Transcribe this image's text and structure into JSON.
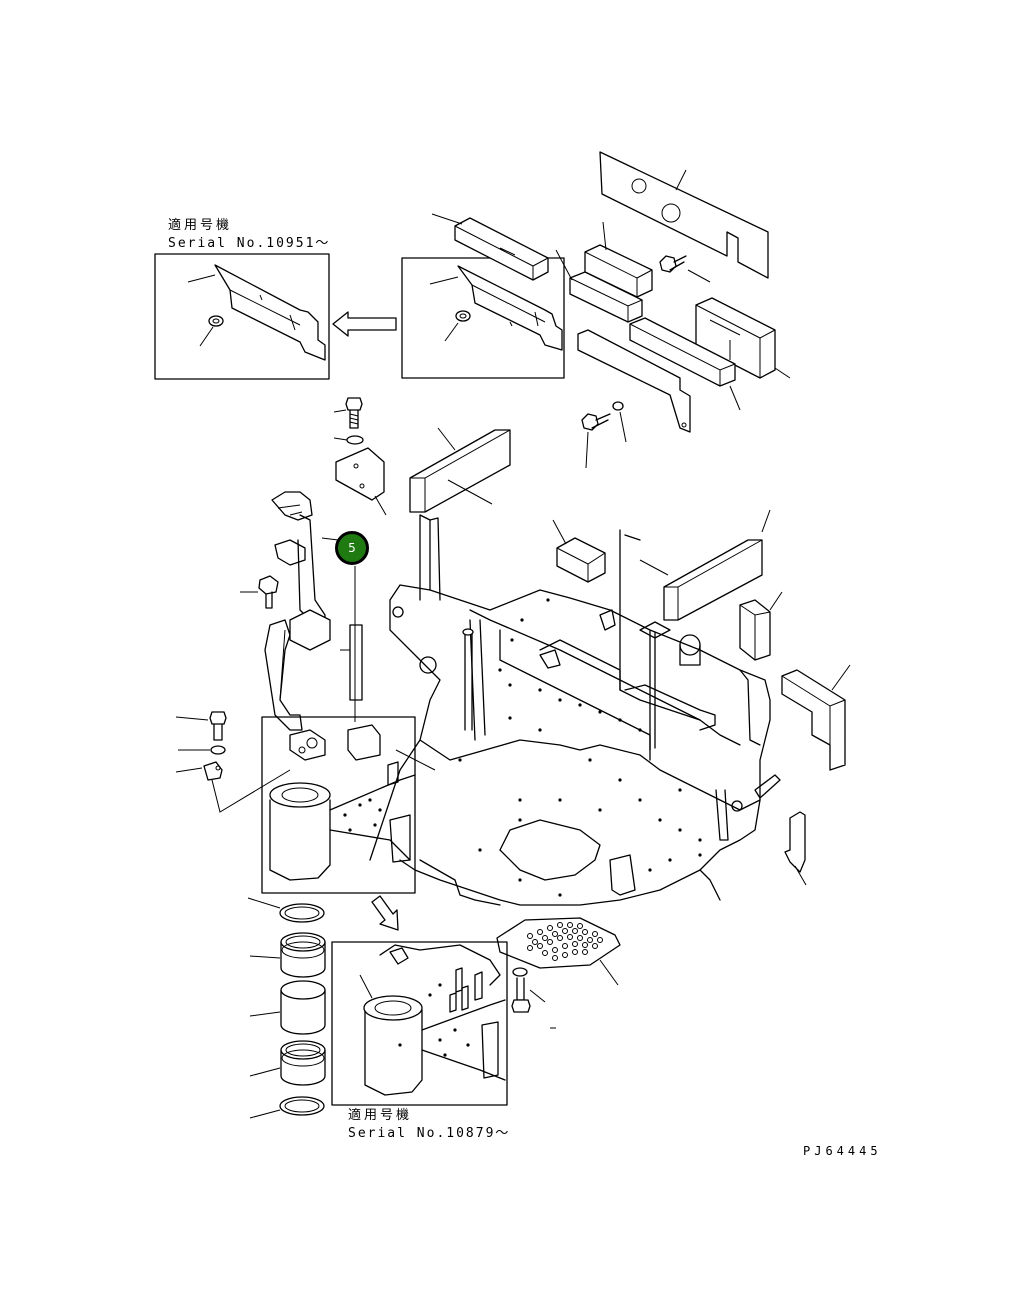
{
  "inset_top": {
    "title": "適用号機",
    "serial": "Serial No.10951～"
  },
  "inset_bottom": {
    "title": "適用号機",
    "serial": "Serial No.10879～"
  },
  "callout": {
    "number": "5",
    "color": "#1f7a12"
  },
  "drawing_code": "PJ64445"
}
